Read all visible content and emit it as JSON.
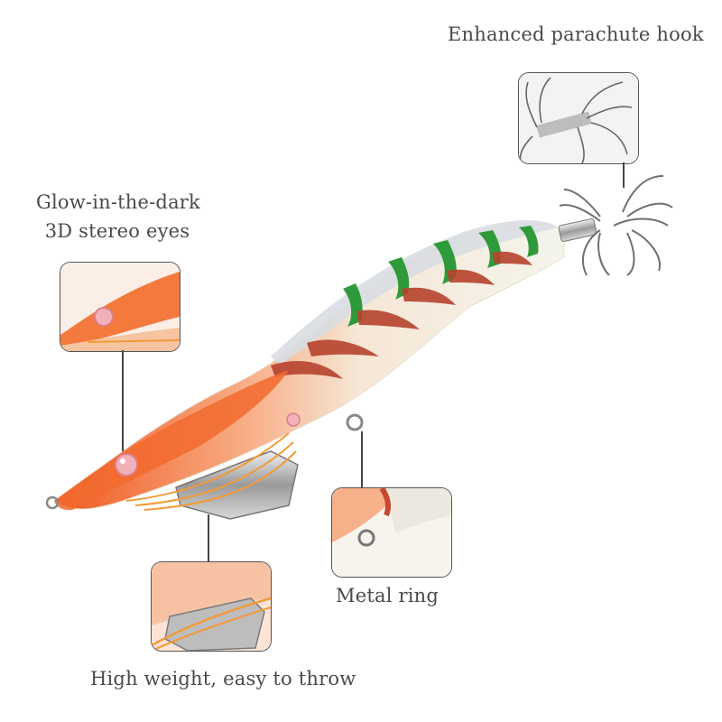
{
  "labels": {
    "hook": "Enhanced parachute hook",
    "eyes_line1": "Glow-in-the-dark",
    "eyes_line2": "3D stereo eyes",
    "ring": "Metal ring",
    "weight": "High weight, easy to throw"
  },
  "colors": {
    "background": "#ffffff",
    "body_orange": "#f26a2e",
    "body_white": "#f4f1e8",
    "stripe_green": "#2f9a3a",
    "stripe_red": "#b6432e",
    "metal": "#b9b9b9",
    "text": "#4a4a4a"
  }
}
